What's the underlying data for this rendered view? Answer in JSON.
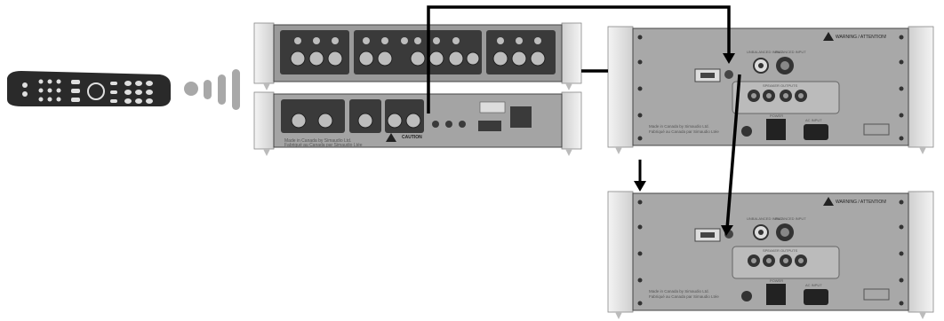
{
  "diagram": {
    "remote": {
      "name": "remote-control"
    },
    "ir_signal": {
      "name": "ir-signal-waves"
    },
    "preamp_top": {
      "name": "preamp-top-chassis"
    },
    "preamp_bottom": {
      "name": "preamp-power-supply-chassis",
      "text_line1": "Made in Canada by Simaudio Ltd.",
      "text_line2": "Fabriqué au Canada par Simaudio Ltée",
      "caution": "CAUTION"
    },
    "amp_top": {
      "name": "amplifier-1",
      "made_in_line1": "Made in Canada by Simaudio Ltd.",
      "made_in_line2": "Fabriqué au Canada par Simaudio Ltée",
      "warning_title": "WARNING / ATTENTION!",
      "power_label": "POWER",
      "ac_input_label": "AC INPUT",
      "speaker_outputs_label": "SPEAKER OUTPUTS",
      "unbalanced_input_label": "UNBALANCED INPUT",
      "balanced_input_label": "BALANCED INPUT"
    },
    "amp_bottom": {
      "name": "amplifier-2",
      "made_in_line1": "Made in Canada by Simaudio Ltd.",
      "made_in_line2": "Fabriqué au Canada par Simaudio Ltée",
      "warning_title": "WARNING / ATTENTION!",
      "power_label": "POWER",
      "ac_input_label": "AC INPUT",
      "speaker_outputs_label": "SPEAKER OUTPUTS",
      "unbalanced_input_label": "UNBALANCED INPUT",
      "balanced_input_label": "BALANCED INPUT"
    },
    "colors": {
      "chassis_face": "#9a9a9a",
      "chassis_dark": "#3a3a3a",
      "side_panel": "#e4e4e4",
      "cable": "#000000",
      "signal": "#a0a0a0"
    }
  }
}
